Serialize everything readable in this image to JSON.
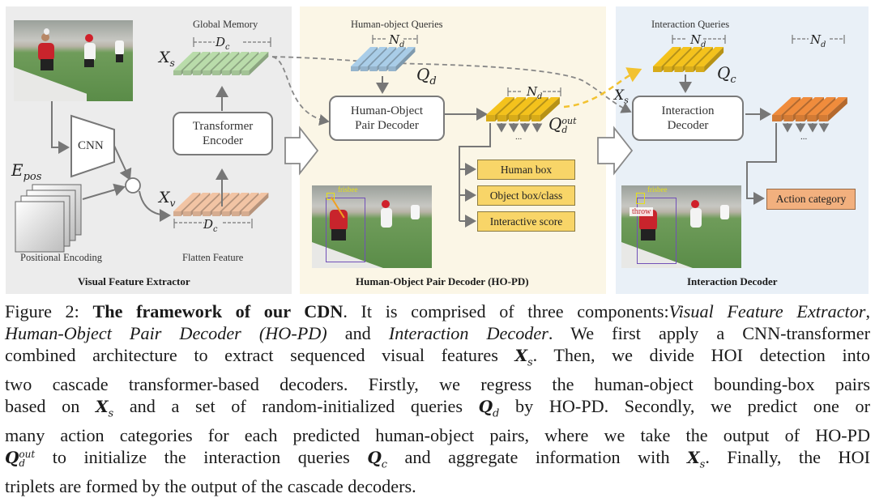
{
  "figure": {
    "vfe": {
      "title": "Visual Feature Extractor",
      "cnn_label": "CNN",
      "pos_label": "E",
      "pos_sub": "pos",
      "pos_caption": "Positional Encoding",
      "encoder_label_1": "Transformer",
      "encoder_label_2": "Encoder",
      "memory_title": "Global Memory",
      "memory_dim": "D",
      "memory_dim_sub": "c",
      "xs_label": "X",
      "xs_sub": "s",
      "xv_label": "X",
      "xv_sub": "v",
      "flatten_dim": "D",
      "flatten_dim_sub": "c",
      "flatten_caption": "Flatten Feature",
      "plus_symbol": "+",
      "memory_color": "#b9dcaa",
      "flatten_color": "#f2c4a4"
    },
    "hopd": {
      "title": "Human-Object Pair Decoder (HO-PD)",
      "queries_title": "Human-object Queries",
      "queries_dim": "N",
      "queries_dim_sub": "d",
      "qd_label": "Q",
      "qd_sub": "d",
      "decoder_label_1": "Human-Object",
      "decoder_label_2": "Pair Decoder",
      "out_dim": "N",
      "out_dim_sub": "d",
      "qout_label": "Q",
      "qout_sub": "d",
      "qout_sup": "out",
      "ellipsis": "...",
      "outputs": [
        "Human box",
        "Object box/class",
        "Interactive  score"
      ],
      "detection_label": "frisbee",
      "queries_color": "#a9cde8",
      "out_color": "#f4c21c",
      "output_box_color": "#f8d568"
    },
    "id": {
      "title": "Interaction Decoder",
      "queries_title": "Interaction Queries",
      "queries_dim": "N",
      "queries_dim_sub": "d",
      "qc_label": "Q",
      "qc_sub": "c",
      "xs_label": "X",
      "xs_sub": "s",
      "decoder_label_1": "Interaction",
      "decoder_label_2": "Decoder",
      "out_dim": "N",
      "out_dim_sub": "d",
      "ellipsis": "...",
      "output": "Action category",
      "detection_label": "frisbee",
      "action_label": "throw",
      "queries_color": "#f4c21c",
      "out_color": "#f08c3c",
      "output_box_color": "#f2b07e"
    }
  },
  "caption": {
    "lines": [
      [
        {
          "t": "Figure 2: ",
          "s": "n"
        },
        {
          "t": "The framework of our CDN",
          "s": "b"
        },
        {
          "t": ". It is comprised of three components:",
          "s": "n"
        },
        {
          "t": "Visual Feature Extractor",
          "s": "i"
        },
        {
          "t": ",",
          "s": "n"
        }
      ],
      [
        {
          "t": "Human-Object Pair Decoder (HO-PD)",
          "s": "i"
        },
        {
          "t": " and ",
          "s": "n"
        },
        {
          "t": "Interaction Decoder",
          "s": "i"
        },
        {
          "t": ". We first apply a CNN-transformer",
          "s": "n"
        }
      ],
      [
        {
          "t": "combined architecture to extract sequenced visual features ",
          "s": "n"
        },
        {
          "t": "X",
          "s": "m",
          "sub": "s"
        },
        {
          "t": ". Then, we divide HOI detection into",
          "s": "n"
        }
      ],
      [
        {
          "t": "two cascade transformer-based decoders. Firstly, we regress the human-object bounding-box pairs",
          "s": "n"
        }
      ],
      [
        {
          "t": "based on ",
          "s": "n"
        },
        {
          "t": "X",
          "s": "m",
          "sub": "s"
        },
        {
          "t": " and a set of random-initialized queries ",
          "s": "n"
        },
        {
          "t": "Q",
          "s": "m",
          "sub": "d"
        },
        {
          "t": " by HO-PD. Secondly, we predict one or",
          "s": "n"
        }
      ],
      [
        {
          "t": "many action categories for each predicted human-object pairs, where we take the output of HO-PD",
          "s": "n"
        }
      ],
      [
        {
          "t": "Q",
          "s": "m",
          "sub": "d",
          "sup": "out"
        },
        {
          "t": " to initialize the interaction queries ",
          "s": "n"
        },
        {
          "t": "Q",
          "s": "m",
          "sub": "c"
        },
        {
          "t": " and aggregate information with ",
          "s": "n"
        },
        {
          "t": "X",
          "s": "m",
          "sub": "s"
        },
        {
          "t": ". Finally, the HOI",
          "s": "n"
        }
      ],
      [
        {
          "t": "triplets are formed by the output of the cascade decoders.",
          "s": "n"
        }
      ]
    ]
  }
}
